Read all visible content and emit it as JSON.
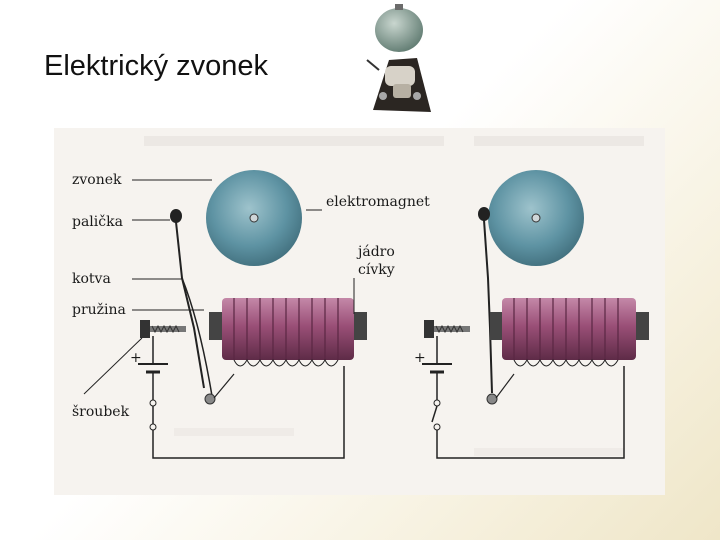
{
  "slide": {
    "title": "Elektrický zvonek"
  },
  "diagram": {
    "labels": {
      "zvonek": "zvonek",
      "palicka": "palička",
      "kotva": "kotva",
      "pruzina": "pružina",
      "sroubek": "šroubek",
      "elektromagnet": "elektromagnet",
      "jadro": "jádro",
      "civky": "cívky",
      "plus_left": "+",
      "plus_right": "+"
    },
    "colors": {
      "bell": "#5e93a3",
      "coil": "#9a4f77",
      "core": "#4a4a4a",
      "wire": "#222222",
      "background": "#f6f3ef"
    },
    "states": [
      "circuit-closed",
      "circuit-open"
    ]
  },
  "photo": {
    "icon": "electric-bell-photo"
  }
}
